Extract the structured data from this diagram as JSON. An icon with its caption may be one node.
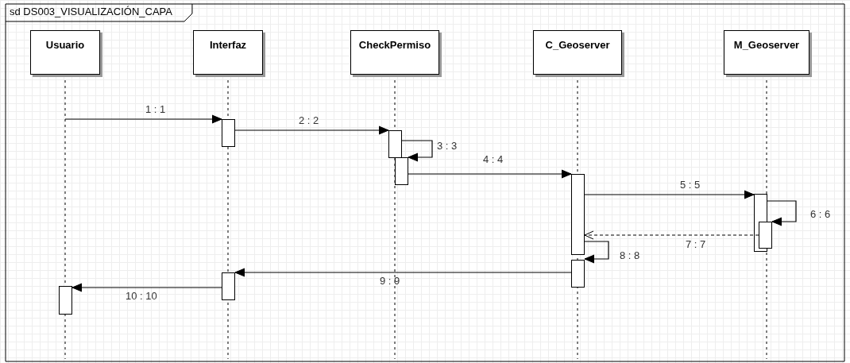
{
  "diagram": {
    "title": "sd DS003_VISUALIZACIÓN_CAPA",
    "nodes": [
      {
        "text": [
          "Usuario"
        ]
      },
      {
        "text": [
          "Interfaz"
        ]
      },
      {
        "text": [
          "CheckPermiso"
        ]
      },
      {
        "text": [
          "C_Geoserver"
        ]
      },
      {
        "text": [
          "M_Geoserver"
        ]
      },
      {
        "text": [],
        "shape": "bar"
      },
      {
        "text": [],
        "shape": "bar"
      },
      {
        "text": [],
        "shape": "bar"
      },
      {
        "text": [],
        "shape": "bar"
      },
      {
        "text": [],
        "shape": "bar"
      },
      {
        "text": [],
        "shape": "bar"
      },
      {
        "text": [],
        "shape": "bar"
      },
      {
        "text": [],
        "shape": "bar"
      },
      {
        "text": [],
        "shape": "bar"
      }
    ],
    "edges": [
      {
        "from": 0,
        "to": 5,
        "arrow": "to",
        "label": "1 : 1"
      },
      {
        "from": 5,
        "to": 6,
        "arrow": "to",
        "label": "2 : 2"
      },
      {
        "from": 6,
        "to": 7,
        "arrow": "to",
        "label": "3 : 3"
      },
      {
        "from": 7,
        "to": 8,
        "arrow": "to",
        "label": "4 : 4"
      },
      {
        "from": 8,
        "to": 9,
        "arrow": "to",
        "label": "5 : 5"
      },
      {
        "from": 9,
        "to": 10,
        "arrow": "to",
        "label": "6 : 6"
      },
      {
        "from": 10,
        "to": 8,
        "arrow": "to",
        "label": "7 : 7",
        "style": "dashed"
      },
      {
        "from": 8,
        "to": 11,
        "arrow": "to",
        "label": "8 : 8"
      },
      {
        "from": 11,
        "to": 12,
        "arrow": "to",
        "label": "9 : 9"
      },
      {
        "from": 12,
        "to": 13,
        "arrow": "to",
        "label": "10 : 10"
      }
    ]
  }
}
